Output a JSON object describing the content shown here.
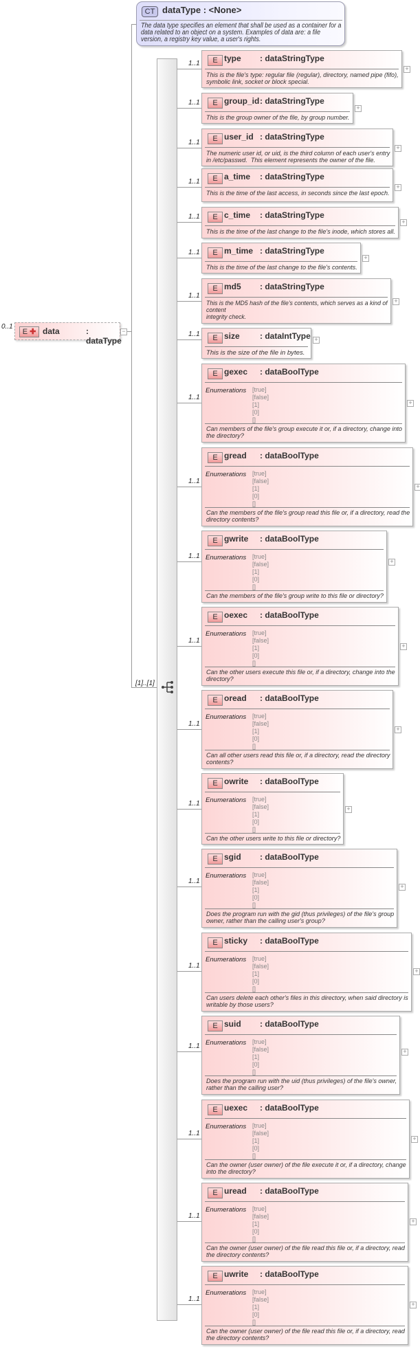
{
  "complex_type": {
    "badge": "CT",
    "title": "dataType : <None>",
    "description": "The data type specifies an element that shall be used as a container for a\ndata related to an object on a system. Examples of data are: a file\nversion, a registry key value, a user's rights."
  },
  "root": {
    "multiplicity": "0..1",
    "badge": "E",
    "name": "data",
    "type": ": dataType"
  },
  "sequence": {
    "multiplicity": "[1]..[1]"
  },
  "enumerations_label": "Enumerations",
  "colors": {
    "element_fill": "#fdd5d5",
    "complex_type_fill": "#dedefa",
    "border": "#aaaaaa"
  },
  "elements": [
    {
      "name": "type",
      "type": ": dataStringType",
      "multiplicity": "1..1",
      "description": "This is the file's type: regular file (regular), directory, named pipe (fifo),\nsymbolic link, socket or block special."
    },
    {
      "name": "group_id",
      "type": ": dataStringType",
      "multiplicity": "1..1",
      "description": "This is the group owner of the file, by group number."
    },
    {
      "name": "user_id",
      "type": ": dataStringType",
      "multiplicity": "1..1",
      "description": "The numeric user id, or uid, is the third column of each user's entry\nin /etc/passwd.  This element represents the owner of the file."
    },
    {
      "name": "a_time",
      "type": ": dataStringType",
      "multiplicity": "1..1",
      "description": "This is the time of the last access, in seconds since the last epoch."
    },
    {
      "name": "c_time",
      "type": ": dataStringType",
      "multiplicity": "1..1",
      "description": "This is the time of the last change to the file's inode, which stores all."
    },
    {
      "name": "m_time",
      "type": ": dataStringType",
      "multiplicity": "1..1",
      "description": "This is the time of the last change to the file's contents."
    },
    {
      "name": "md5",
      "type": ": dataStringType",
      "multiplicity": "1..1",
      "description": "This is the MD5 hash of the file's contents, which serves as a kind of\ncontent\nintegrity check."
    },
    {
      "name": "size",
      "type": ": dataIntType",
      "multiplicity": "1..1",
      "description": "This is the size of the file in bytes."
    },
    {
      "name": "gexec",
      "type": ": dataBoolType",
      "multiplicity": "1..1",
      "enumerations": [
        "[true]",
        "[false]",
        "[1]",
        "[0]",
        "[]"
      ],
      "description": "Can members of the file's group execute it or, if a directory, change into\nthe directory?"
    },
    {
      "name": "gread",
      "type": ": dataBoolType",
      "multiplicity": "1..1",
      "enumerations": [
        "[true]",
        "[false]",
        "[1]",
        "[0]",
        "[]"
      ],
      "description": "Can the members of the file's group read this file or, if a directory, read the\ndirectory contents?"
    },
    {
      "name": "gwrite",
      "type": ": dataBoolType",
      "multiplicity": "1..1",
      "enumerations": [
        "[true]",
        "[false]",
        "[1]",
        "[0]",
        "[]"
      ],
      "description": "Can the members of the file's group write to this file or directory?"
    },
    {
      "name": "oexec",
      "type": ": dataBoolType",
      "multiplicity": "1..1",
      "enumerations": [
        "[true]",
        "[false]",
        "[1]",
        "[0]",
        "[]"
      ],
      "description": "Can the other users execute this file or, if a directory, change into the\ndirectory?"
    },
    {
      "name": "oread",
      "type": ": dataBoolType",
      "multiplicity": "1..1",
      "enumerations": [
        "[true]",
        "[false]",
        "[1]",
        "[0]",
        "[]"
      ],
      "description": "Can all other users read this file or, if a directory, read the directory\ncontents?"
    },
    {
      "name": "owrite",
      "type": ": dataBoolType",
      "multiplicity": "1..1",
      "enumerations": [
        "[true]",
        "[false]",
        "[1]",
        "[0]",
        "[]"
      ],
      "description": "Can the other users write to this file or directory?"
    },
    {
      "name": "sgid",
      "type": ": dataBoolType",
      "multiplicity": "1..1",
      "enumerations": [
        "[true]",
        "[false]",
        "[1]",
        "[0]",
        "[]"
      ],
      "description": "Does the program run with the gid (thus privileges) of the file's group\nowner, rather than the calling user's group?"
    },
    {
      "name": "sticky",
      "type": ": dataBoolType",
      "multiplicity": "1..1",
      "enumerations": [
        "[true]",
        "[false]",
        "[1]",
        "[0]",
        "[]"
      ],
      "description": "Can users delete each other's files in this directory, when said directory is\nwritable by those users?"
    },
    {
      "name": "suid",
      "type": ": dataBoolType",
      "multiplicity": "1..1",
      "enumerations": [
        "[true]",
        "[false]",
        "[1]",
        "[0]",
        "[]"
      ],
      "description": "Does the program run with the uid (thus privileges) of the file's owner,\nrather than the calling user?"
    },
    {
      "name": "uexec",
      "type": ": dataBoolType",
      "multiplicity": "1..1",
      "enumerations": [
        "[true]",
        "[false]",
        "[1]",
        "[0]",
        "[]"
      ],
      "description": "Can the owner (user owner) of the file execute it or, if a directory, change\ninto the directory?"
    },
    {
      "name": "uread",
      "type": ": dataBoolType",
      "multiplicity": "1..1",
      "enumerations": [
        "[true]",
        "[false]",
        "[1]",
        "[0]",
        "[]"
      ],
      "description": "Can the owner (user owner) of the file read this file or, if a directory, read\nthe directory contents?"
    },
    {
      "name": "uwrite",
      "type": ": dataBoolType",
      "multiplicity": "1..1",
      "enumerations": [
        "[true]",
        "[false]",
        "[1]",
        "[0]",
        "[]"
      ],
      "description": "Can the owner (user owner) of the file read this file or, if a directory, read\nthe directory contents?"
    }
  ]
}
